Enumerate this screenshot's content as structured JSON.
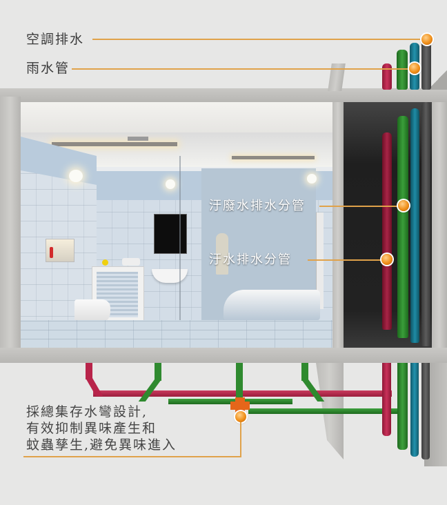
{
  "labels": {
    "ac_drain": "空調排水",
    "rain_pipe": "雨水管",
    "waste_water_branch": "汙廢水排水分管",
    "sewage_branch": "汙水排水分管"
  },
  "note": {
    "line1": "採總集存水彎設計,",
    "line2": "有效抑制異味產生和",
    "line3": "蚊蟲孳生,避免異味進入"
  },
  "colors": {
    "background": "#e7e7e6",
    "leader_line": "#e0a24a",
    "dot": "#f0901a",
    "pipe_red": "#b8244a",
    "pipe_green": "#2f8a2f",
    "pipe_teal": "#1d7d93",
    "pipe_gray": "#555555",
    "trap_orange": "#e5661a",
    "shaft_dark": "#232323"
  }
}
